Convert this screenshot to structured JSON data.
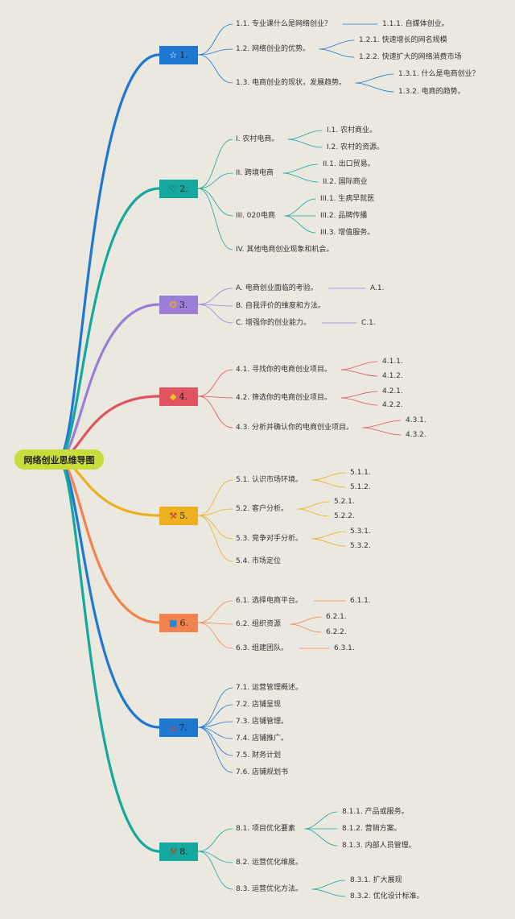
{
  "title": "网络创业思维导图",
  "branches": [
    {
      "label": "1.",
      "color": "#1f78d0",
      "icon": "star-icon",
      "glyph": "☆",
      "glyph_color": "#ffffff",
      "children": [
        {
          "label": "1.1. 专业课什么是网络创业？",
          "children": [
            "1.1.1. 自媒体创业。"
          ]
        },
        {
          "label": "1.2. 网络创业的优势。",
          "children": [
            "1.2.1. 快速增长的网名规模",
            "1.2.2. 快速扩大的网络消费市场"
          ]
        },
        {
          "label": "1.3. 电商创业的现状，发展趋势。",
          "children": [
            "1.3.1. 什么是电商创业？",
            "1.3.2. 电商的趋势。"
          ]
        }
      ]
    },
    {
      "label": "2.",
      "color": "#15a89e",
      "icon": "heart-icon",
      "glyph": "♡",
      "glyph_color": "#333333",
      "children": [
        {
          "label": "I. 农村电商。",
          "children": [
            "I.1. 农村商业。",
            "I.2. 农村的资源。"
          ]
        },
        {
          "label": "II. 跨境电商",
          "children": [
            "II.1. 出口贸易。",
            "II.2. 国际商业"
          ]
        },
        {
          "label": "III. 020电商",
          "children": [
            "III.1. 生病早就医",
            "III.2. 品牌传播",
            "III.3. 增值服务。"
          ]
        },
        {
          "label": "IV. 其他电商创业现象和机会。",
          "children": []
        }
      ]
    },
    {
      "label": "3.",
      "color": "#9b7fd6",
      "icon": "award-icon",
      "glyph": "✪",
      "glyph_color": "#e8a23a",
      "children": [
        {
          "label": "A. 电商创业面临的考验。",
          "children": [
            "A.1."
          ]
        },
        {
          "label": "B. 自我评价的维度和方法。",
          "children": []
        },
        {
          "label": "C. 增强你的创业能力。",
          "children": [
            "C.1."
          ]
        }
      ]
    },
    {
      "label": "4.",
      "color": "#e05360",
      "icon": "diamond-icon",
      "glyph": "◆",
      "glyph_color": "#f0c020",
      "children": [
        {
          "label": "4.1. 寻找你的电商创业项目。",
          "children": [
            "4.1.1.",
            "4.1.2."
          ]
        },
        {
          "label": "4.2. 筛选你的电商创业项目。",
          "children": [
            "4.2.1.",
            "4.2.2."
          ]
        },
        {
          "label": "4.3. 分析并确认你的电商创业项目。",
          "children": [
            "4.3.1.",
            "4.3.2."
          ]
        }
      ]
    },
    {
      "label": "5.",
      "color": "#ecb020",
      "icon": "tools-icon",
      "glyph": "⚒",
      "glyph_color": "#c0392b",
      "children": [
        {
          "label": "5.1. 认识市场环境。",
          "children": [
            "5.1.1.",
            "5.1.2."
          ]
        },
        {
          "label": "5.2. 客户分析。",
          "children": [
            "5.2.1.",
            "5.2.2."
          ]
        },
        {
          "label": "5.3. 竞争对手分析。",
          "children": [
            "5.3.1.",
            "5.3.2."
          ]
        },
        {
          "label": "5.4. 市场定位",
          "children": []
        }
      ]
    },
    {
      "label": "6.",
      "color": "#f2834f",
      "icon": "square-icon",
      "glyph": "■",
      "glyph_color": "#1f8ad0",
      "children": [
        {
          "label": "6.1. 选择电商平台。",
          "children": [
            "6.1.1."
          ]
        },
        {
          "label": "6.2. 组织资源",
          "children": [
            "6.2.1.",
            "6.2.2."
          ]
        },
        {
          "label": "6.3. 组建团队。",
          "children": [
            "6.3.1."
          ]
        }
      ]
    },
    {
      "label": "7.",
      "color": "#1f78d0",
      "icon": "home-icon",
      "glyph": "⌂",
      "glyph_color": "#e04040",
      "children": [
        {
          "label": "7.1. 运营管理概述。",
          "children": []
        },
        {
          "label": "7.2. 店铺呈现",
          "children": []
        },
        {
          "label": "7.3. 店铺管理。",
          "children": []
        },
        {
          "label": "7.4. 店铺推广。",
          "children": []
        },
        {
          "label": "7.5. 财务计划",
          "children": []
        },
        {
          "label": "7.6. 店铺规划书",
          "children": []
        }
      ]
    },
    {
      "label": "8.",
      "color": "#15a89e",
      "icon": "hammer-icon",
      "glyph": "⚒",
      "glyph_color": "#a0522d",
      "children": [
        {
          "label": "8.1. 项目优化要素",
          "children": [
            "8.1.1. 产品或服务。",
            "8.1.2. 营销方案。",
            "8.1.3. 内部人员管理。"
          ]
        },
        {
          "label": "8.2. 运营优化维度。",
          "children": []
        },
        {
          "label": "8.3. 运营优化方法。",
          "children": [
            "8.3.1. 扩大展现",
            "8.3.2. 优化设计标准。"
          ]
        }
      ]
    }
  ]
}
